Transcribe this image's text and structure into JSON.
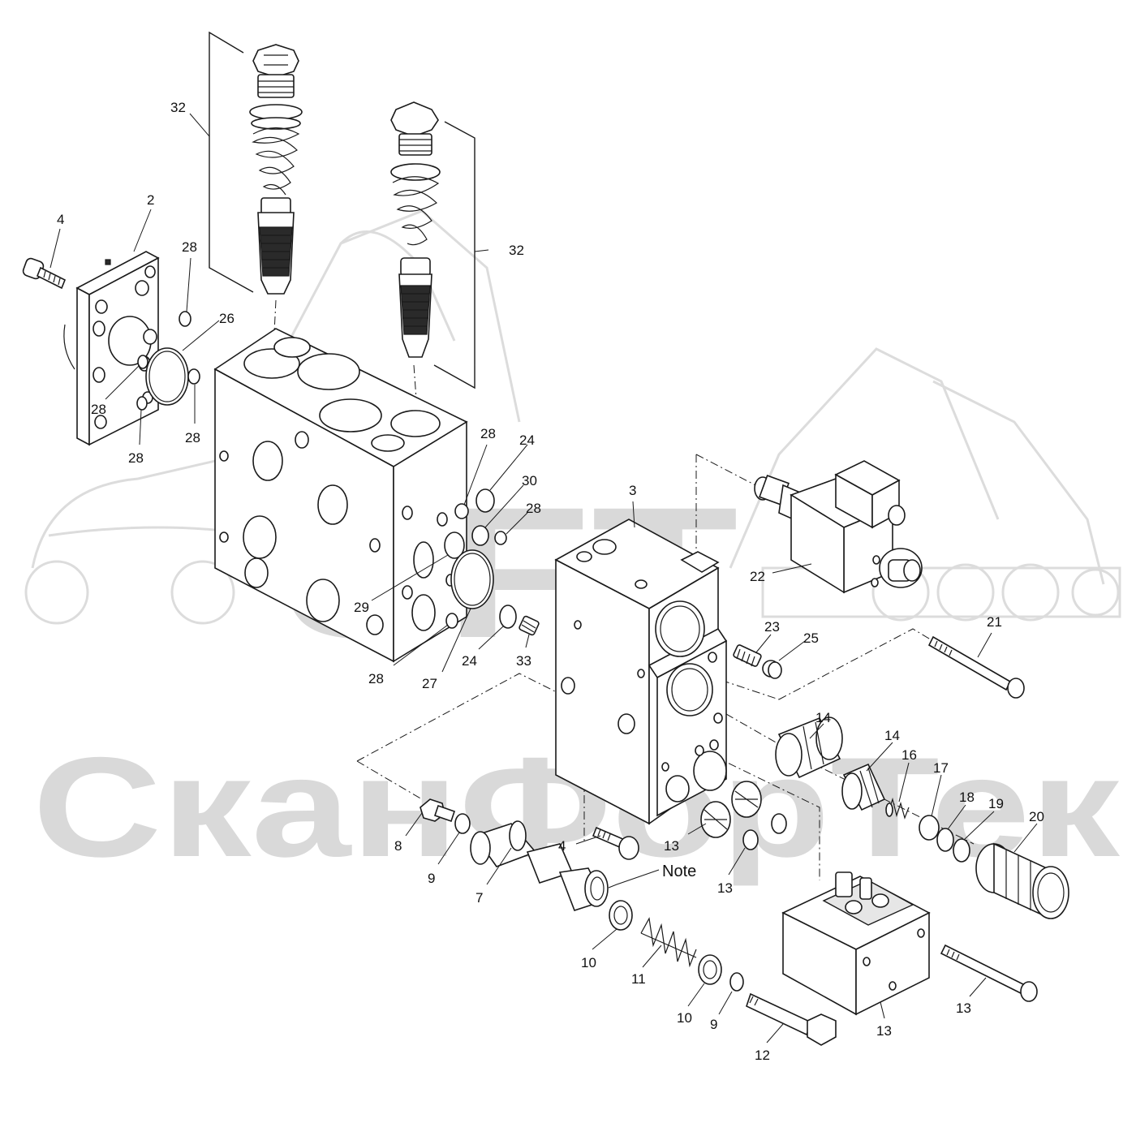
{
  "watermark": {
    "logo_text": "SFT",
    "brand_text": "СканФорТек",
    "color": "#d9d9d9"
  },
  "note_label": "Note",
  "callouts": [
    {
      "id": "c32a",
      "text": "32"
    },
    {
      "id": "c32b",
      "text": "32"
    },
    {
      "id": "c4a",
      "text": "4"
    },
    {
      "id": "c2",
      "text": "2"
    },
    {
      "id": "c28a",
      "text": "28"
    },
    {
      "id": "c26",
      "text": "26"
    },
    {
      "id": "c28b",
      "text": "28"
    },
    {
      "id": "c28c",
      "text": "28"
    },
    {
      "id": "c28d",
      "text": "28"
    },
    {
      "id": "c28e",
      "text": "28"
    },
    {
      "id": "c24a",
      "text": "24"
    },
    {
      "id": "c30",
      "text": "30"
    },
    {
      "id": "c28f",
      "text": "28"
    },
    {
      "id": "c29",
      "text": "29"
    },
    {
      "id": "c28g",
      "text": "28"
    },
    {
      "id": "c27",
      "text": "27"
    },
    {
      "id": "c24b",
      "text": "24"
    },
    {
      "id": "c33",
      "text": "33"
    },
    {
      "id": "c3",
      "text": "3"
    },
    {
      "id": "c22",
      "text": "22"
    },
    {
      "id": "c23",
      "text": "23"
    },
    {
      "id": "c25",
      "text": "25"
    },
    {
      "id": "c21",
      "text": "21"
    },
    {
      "id": "c14a",
      "text": "14"
    },
    {
      "id": "c14b",
      "text": "14"
    },
    {
      "id": "c16",
      "text": "16"
    },
    {
      "id": "c17",
      "text": "17"
    },
    {
      "id": "c18",
      "text": "18"
    },
    {
      "id": "c19",
      "text": "19"
    },
    {
      "id": "c20",
      "text": "20"
    },
    {
      "id": "c8",
      "text": "8"
    },
    {
      "id": "c9a",
      "text": "9"
    },
    {
      "id": "c7",
      "text": "7"
    },
    {
      "id": "c4b",
      "text": "4"
    },
    {
      "id": "c13a",
      "text": "13"
    },
    {
      "id": "c13b",
      "text": "13"
    },
    {
      "id": "c10a",
      "text": "10"
    },
    {
      "id": "c11",
      "text": "11"
    },
    {
      "id": "c10b",
      "text": "10"
    },
    {
      "id": "c9b",
      "text": "9"
    },
    {
      "id": "c12",
      "text": "12"
    },
    {
      "id": "c13c",
      "text": "13"
    },
    {
      "id": "c13d",
      "text": "13"
    }
  ]
}
